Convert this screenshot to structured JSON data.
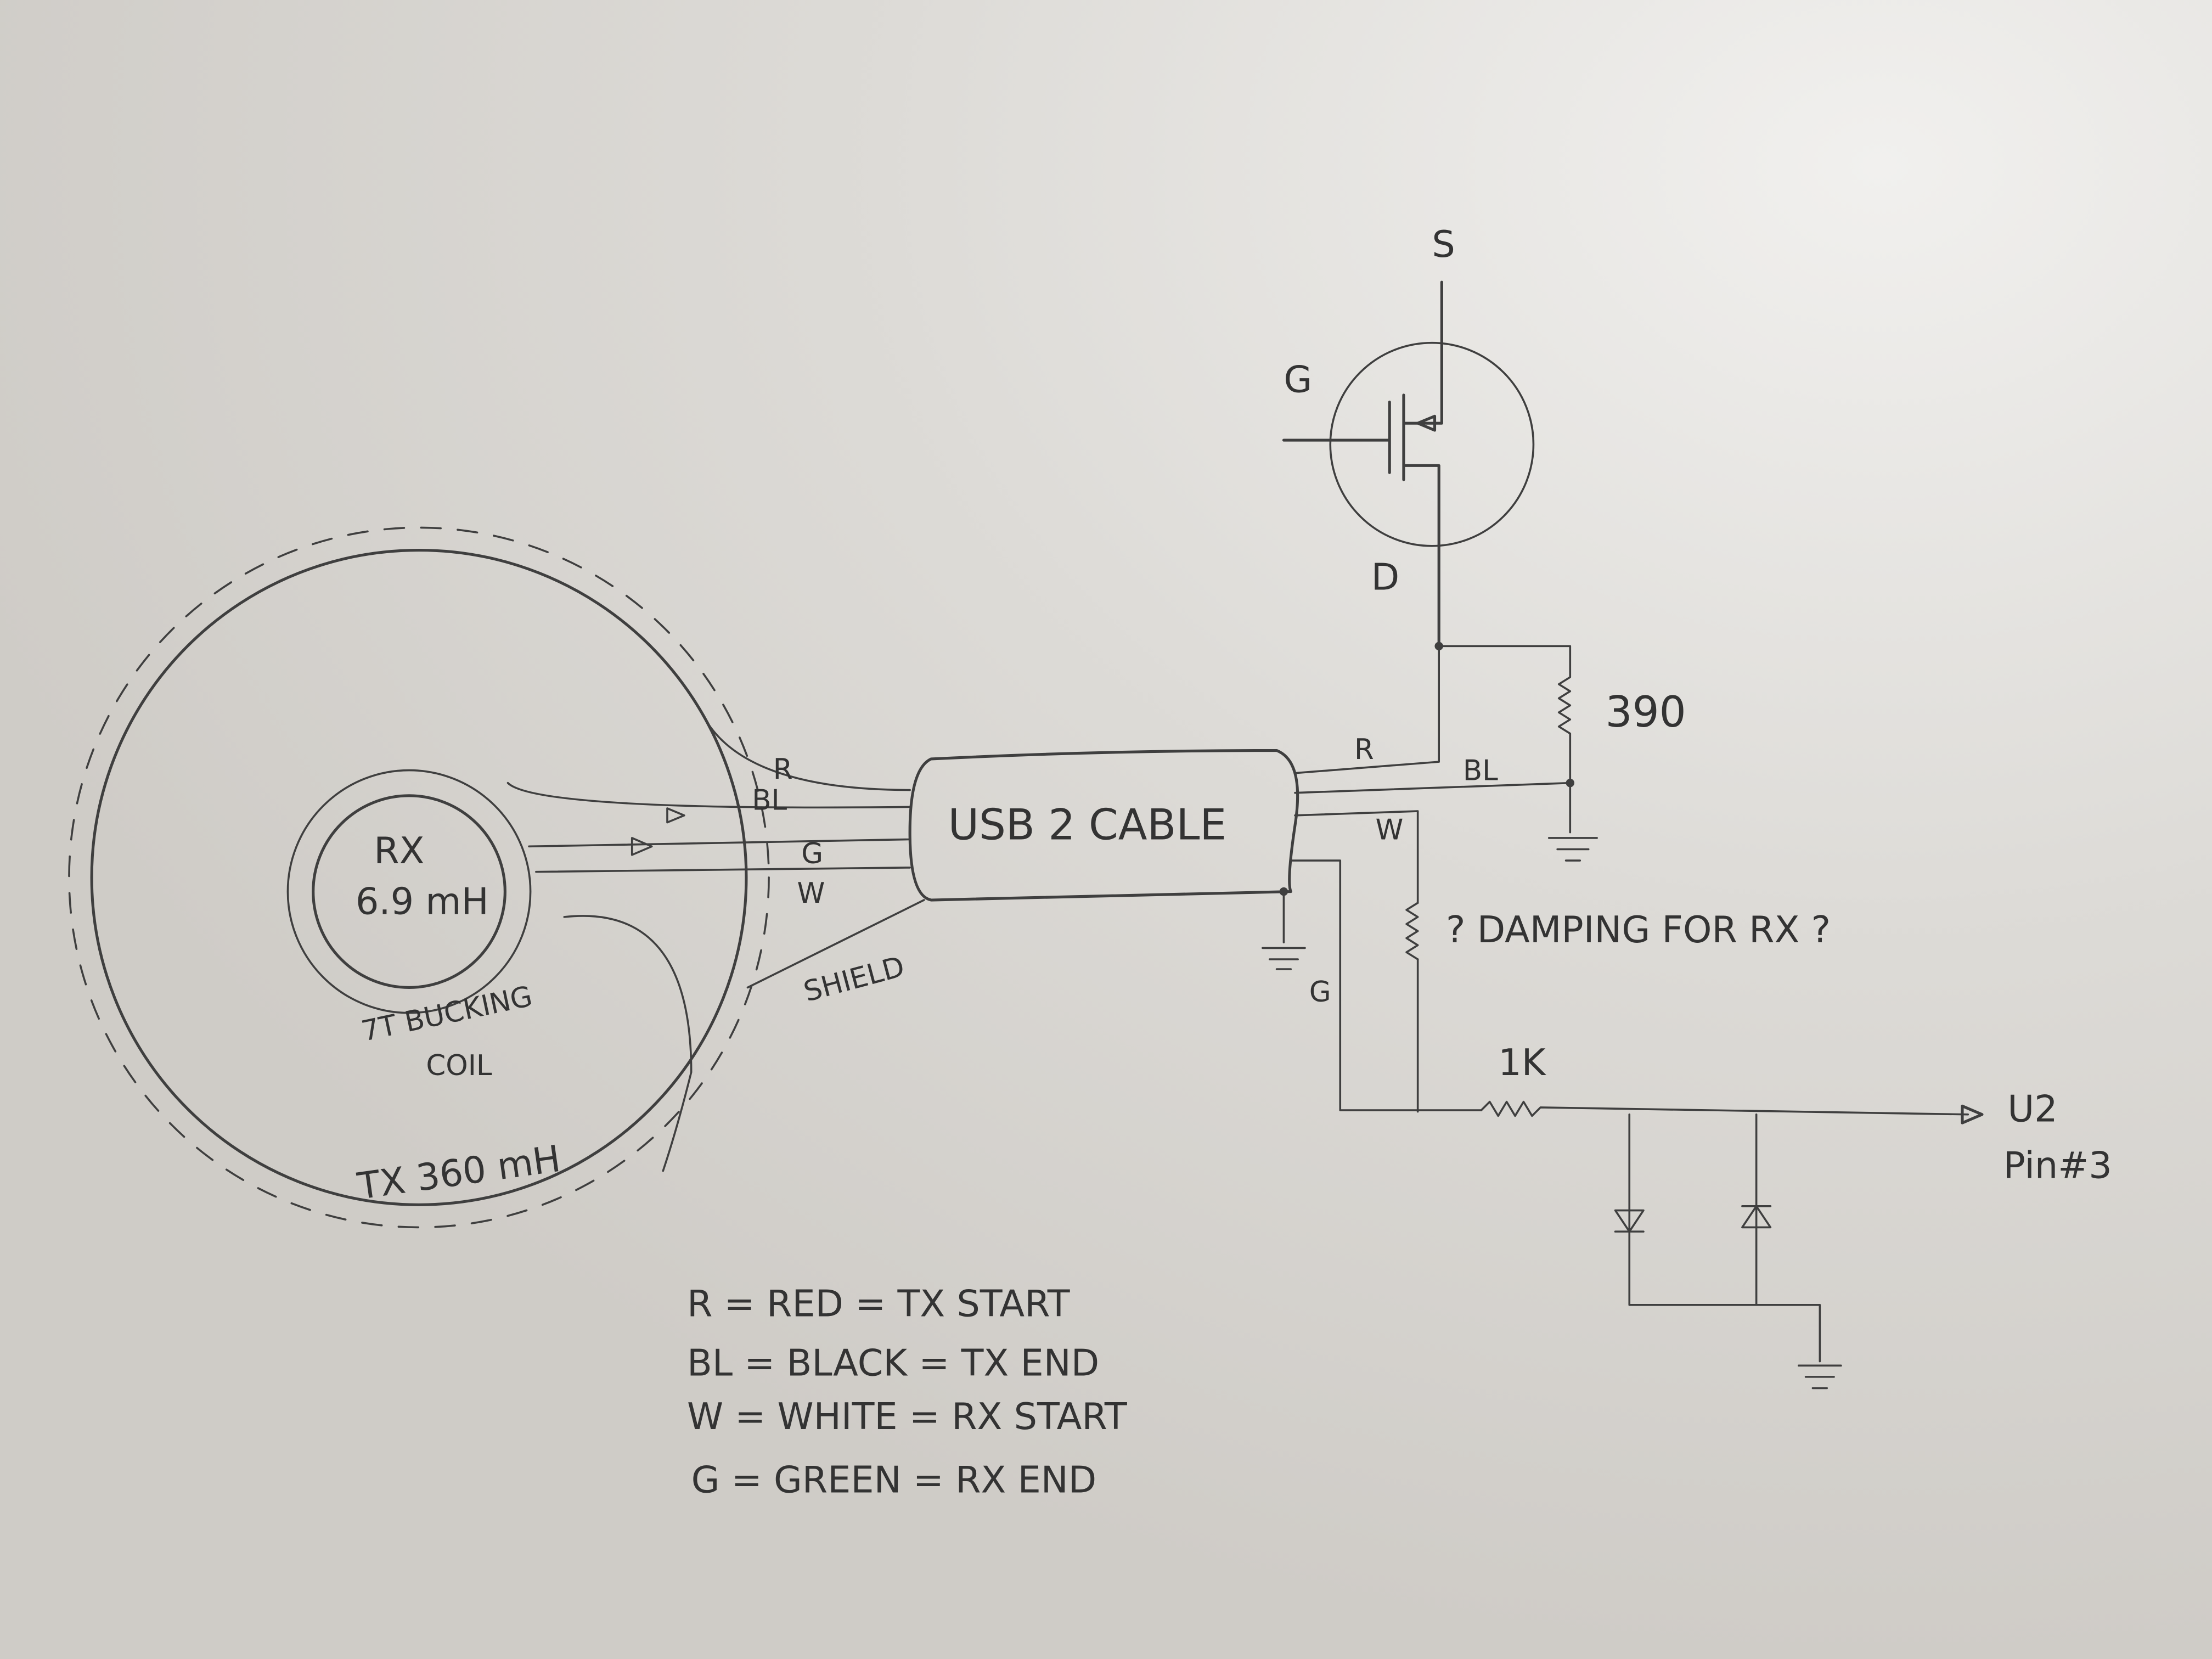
{
  "colors": {
    "paper": "#d6d4d0",
    "ink": "#3f3f3f"
  },
  "mosfet": {
    "source": "S",
    "gate": "G",
    "drain": "D"
  },
  "resistors": {
    "drain_resistor": "390",
    "damping": "? DAMPING FOR RX ?",
    "series": "1K"
  },
  "cable": {
    "label": "USB 2 CABLE",
    "left_wires": [
      "R",
      "BL",
      "G",
      "W"
    ],
    "shield": "SHIELD",
    "right_wires": [
      "R",
      "BL",
      "W",
      "G"
    ]
  },
  "coils": {
    "rx_label": "RX",
    "rx_value": "6.9 mH",
    "bucking_line1": "7T BUCKING",
    "bucking_line2": "COIL",
    "tx_label": "TX 360 mH"
  },
  "output": {
    "line1": "U2",
    "line2": "Pin#3"
  },
  "legend": [
    "R = RED = TX START",
    "BL = BLACK = TX END",
    "W = WHITE = RX START",
    "G = GREEN = RX END"
  ]
}
